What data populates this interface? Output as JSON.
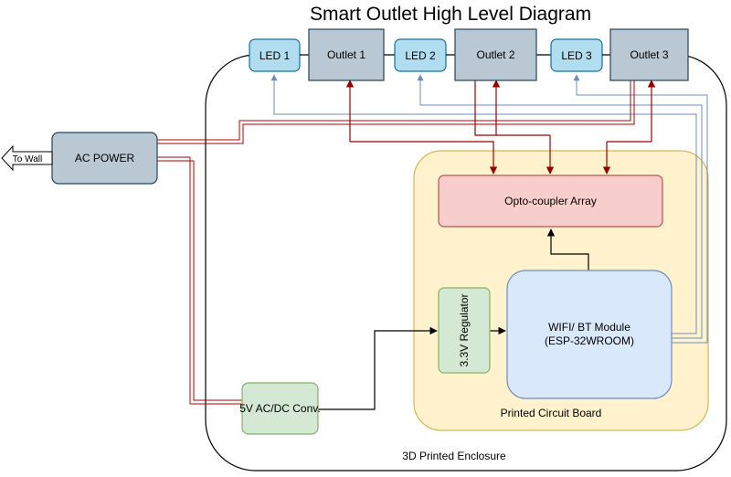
{
  "title": "Smart Outlet High Level Diagram",
  "blocks": {
    "enclosure": "3D Printed Enclosure",
    "pcb": "Printed Circuit Board",
    "led1": "LED 1",
    "outlet1": "Outlet 1",
    "led2": "LED 2",
    "outlet2": "Outlet 2",
    "led3": "LED 3",
    "outlet3": "Outlet 3",
    "ac_power": "AC POWER",
    "to_wall": "To Wall",
    "opto": "Opto-coupler Array",
    "regulator": "3.3V Regulator",
    "module_line1": "WIFI/ BT Module",
    "module_line2": "(ESP-32WROOM)",
    "acdc": "5V AC/DC Conv."
  },
  "colors": {
    "led_fill": "#b1ddf0",
    "led_stroke": "#10739e",
    "outlet_fill": "#bac8d3",
    "outlet_stroke": "#23445d",
    "pcb_fill": "#fff2cc",
    "pcb_stroke": "#d6b656",
    "opto_fill": "#f8cecc",
    "opto_stroke": "#b85450",
    "green_fill": "#d5e8d4",
    "green_stroke": "#82b366",
    "module_fill": "#dae8fc",
    "module_stroke": "#6c8ebf",
    "power_wire": "#b20000",
    "signal_wire": "#990000",
    "led_wire": "#6c8ebf"
  }
}
